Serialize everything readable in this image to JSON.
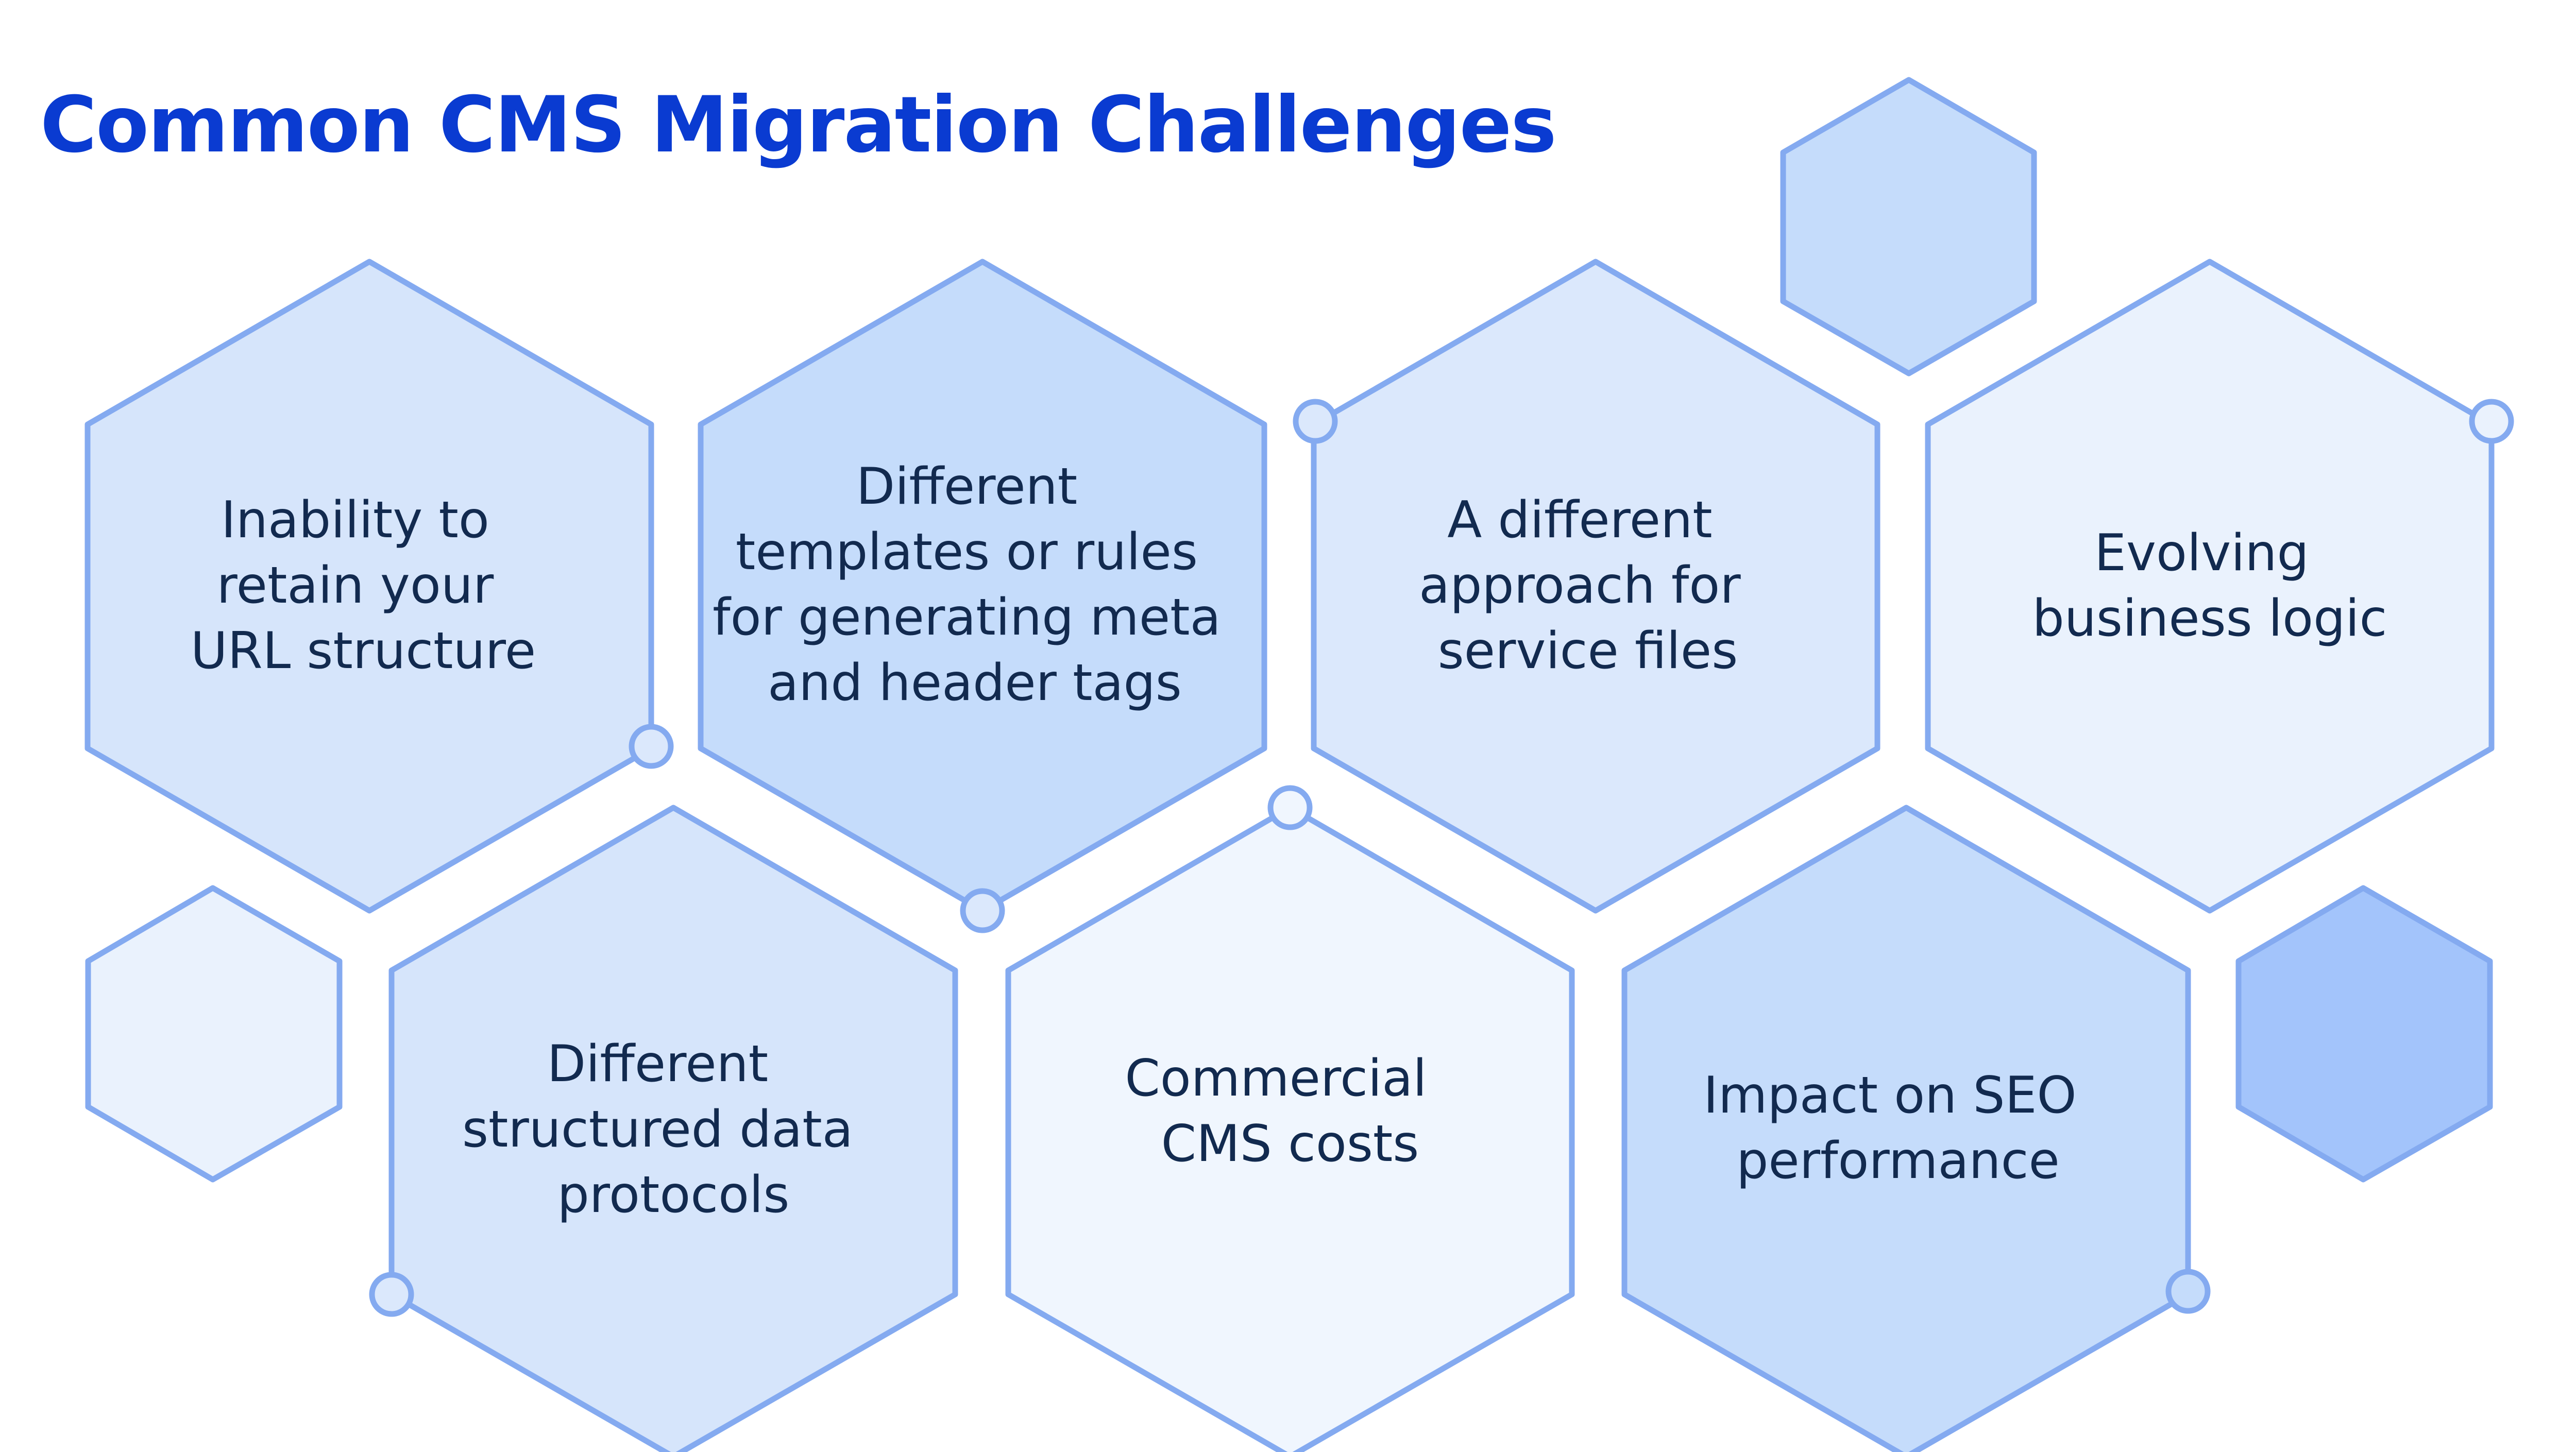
{
  "title": "Common CMS Migration Challenges",
  "colors": {
    "title": "#0a3bd1",
    "stroke": "#84aaf0",
    "text": "#122a4f",
    "fill_light": "#eaf2fd",
    "fill_lighter": "#f0f6fe",
    "fill_mid": "#d6e5fb",
    "fill_medium": "#c5dcfb",
    "fill_dark": "#a3c4fb"
  },
  "challenges": [
    {
      "id": "url-structure",
      "lines": [
        "Inability to",
        "retain your",
        "URL structure"
      ]
    },
    {
      "id": "templates-meta",
      "lines": [
        "Different",
        "templates or rules",
        "for generating meta",
        "and header tags"
      ]
    },
    {
      "id": "service-files",
      "lines": [
        "A different",
        "approach for",
        "service files"
      ]
    },
    {
      "id": "business-logic",
      "lines": [
        "Evolving",
        "business logic"
      ]
    },
    {
      "id": "structured-data",
      "lines": [
        "Different",
        "structured data",
        "protocols"
      ]
    },
    {
      "id": "cms-costs",
      "lines": [
        "Commercial",
        "CMS costs"
      ]
    },
    {
      "id": "seo-performance",
      "lines": [
        "Impact on SEO",
        "performance"
      ]
    }
  ]
}
